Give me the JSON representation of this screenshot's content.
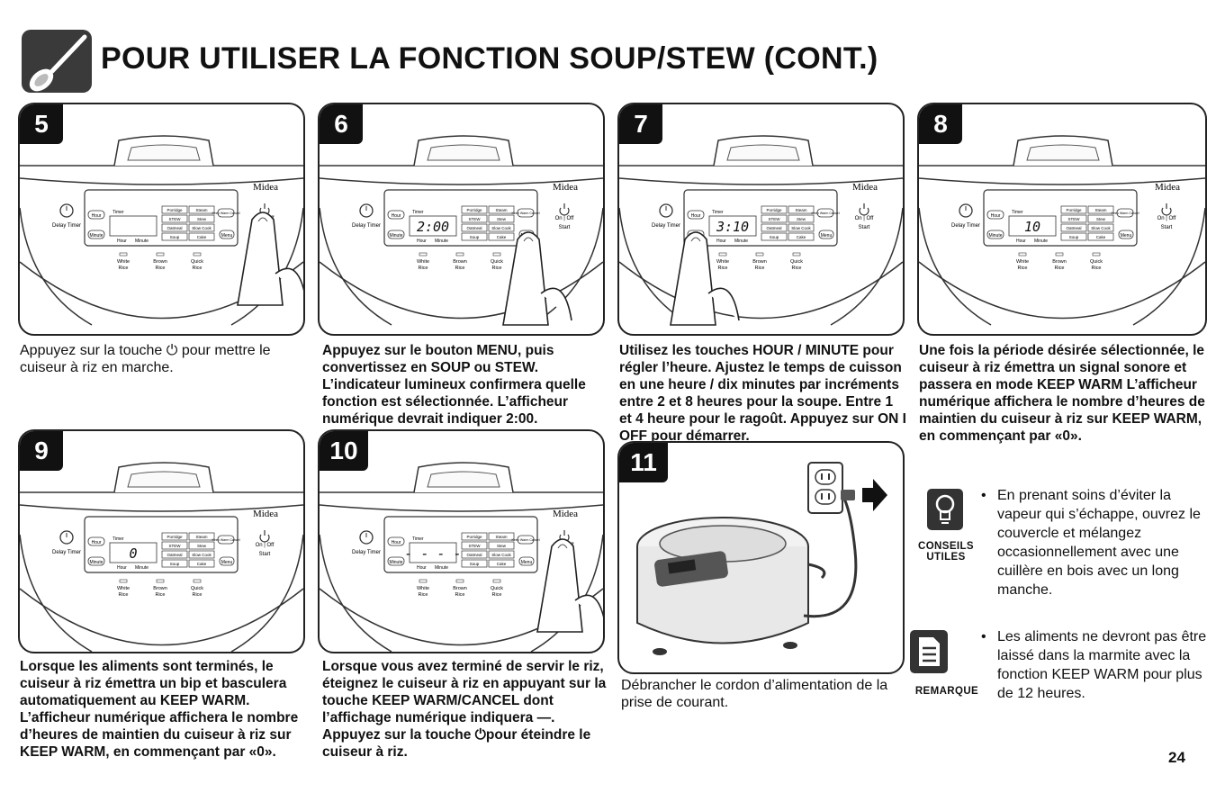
{
  "title": "POUR UTILISER LA FONCTION SOUP/STEW (CONT.)",
  "panel_labels": {
    "brand": "Midea",
    "delay_timer": "Delay Timer",
    "timer": "Timer",
    "hour": "Hour",
    "minute": "Minute",
    "menu": "Menu",
    "on_off": "On | Off",
    "start": "Start",
    "keep_warm": "Keep Warm Cancel",
    "white_rice": "White Rice",
    "brown_rice": "Brown Rice",
    "quick_rice": "Quick Rice",
    "menu_items": [
      "Porridge",
      "Steam",
      "STEW",
      "Stew",
      "Oatmeal",
      "Slow Cook",
      "Soup",
      "Cake"
    ]
  },
  "steps": [
    {
      "number": "5",
      "display": "",
      "text": "Appuyez sur la touche ⏻ pour mettre le cuiseur à riz en marche."
    },
    {
      "number": "6",
      "display": "2:00",
      "text": "Appuyez sur le bouton MENU, puis convertissez en SOUP ou STEW. L’indicateur lumineux confirmera quelle fonction est sélectionnée. L’afficheur numérique devrait indiquer 2:00."
    },
    {
      "number": "7",
      "display": "3:10",
      "text": "Utilisez les touches HOUR / MINUTE pour régler l’heure. Ajustez le temps de cuisson en une heure / dix minutes par incréments entre 2 et 8 heures pour la soupe. Entre 1 et 4 heure pour le ragoût. Appuyez sur ON I OFF pour démarrer."
    },
    {
      "number": "8",
      "display": "10",
      "text": "Une fois la période désirée sélectionnée, le cuiseur à riz émettra un signal sonore et passera en mode KEEP WARM L’afficheur numérique affichera le nombre d’heures de maintien du cuiseur à riz sur KEEP WARM, en commençant par «0»."
    },
    {
      "number": "9",
      "display": "0",
      "text": "Lorsque les aliments sont terminés, le cuiseur à riz émettra un bip et basculera automatiquement au KEEP WARM. L’afficheur numérique affichera le nombre d’heures de maintien du cuiseur à riz sur KEEP WARM, en commençant par «0»."
    },
    {
      "number": "10",
      "display": "- - - -",
      "text": "Lorsque vous avez terminé de servir le riz, éteignez le cuiseur à riz en appuyant sur la touche KEEP WARM/CANCEL dont l’affichage numérique indiquera —. Appuyez sur la touche ⏻pour éteindre le cuiseur à riz."
    },
    {
      "number": "11",
      "text": "Débrancher le cordon d’alimentation de la prise de courant."
    }
  ],
  "tips": {
    "conseils_label": "CONSEILS UTILES",
    "conseils_text": "En prenant soins d’éviter la vapeur qui s’échappe, ouvrez le couvercle et mélangez occasionnellement avec une cuillère en bois avec un long manche.",
    "remarque_label": "REMARQUE",
    "remarque_text": "Les aliments ne devront pas être laissé dans la marmite avec la fonction KEEP WARM pour plus de 12 heures.",
    "bullet": "•"
  },
  "page_number": "24",
  "icons": [
    "spoon-icon",
    "lightbulb-icon",
    "document-icon",
    "power-icon",
    "alarm-clock-icon",
    "outlet-icon",
    "arrow-right-icon"
  ]
}
